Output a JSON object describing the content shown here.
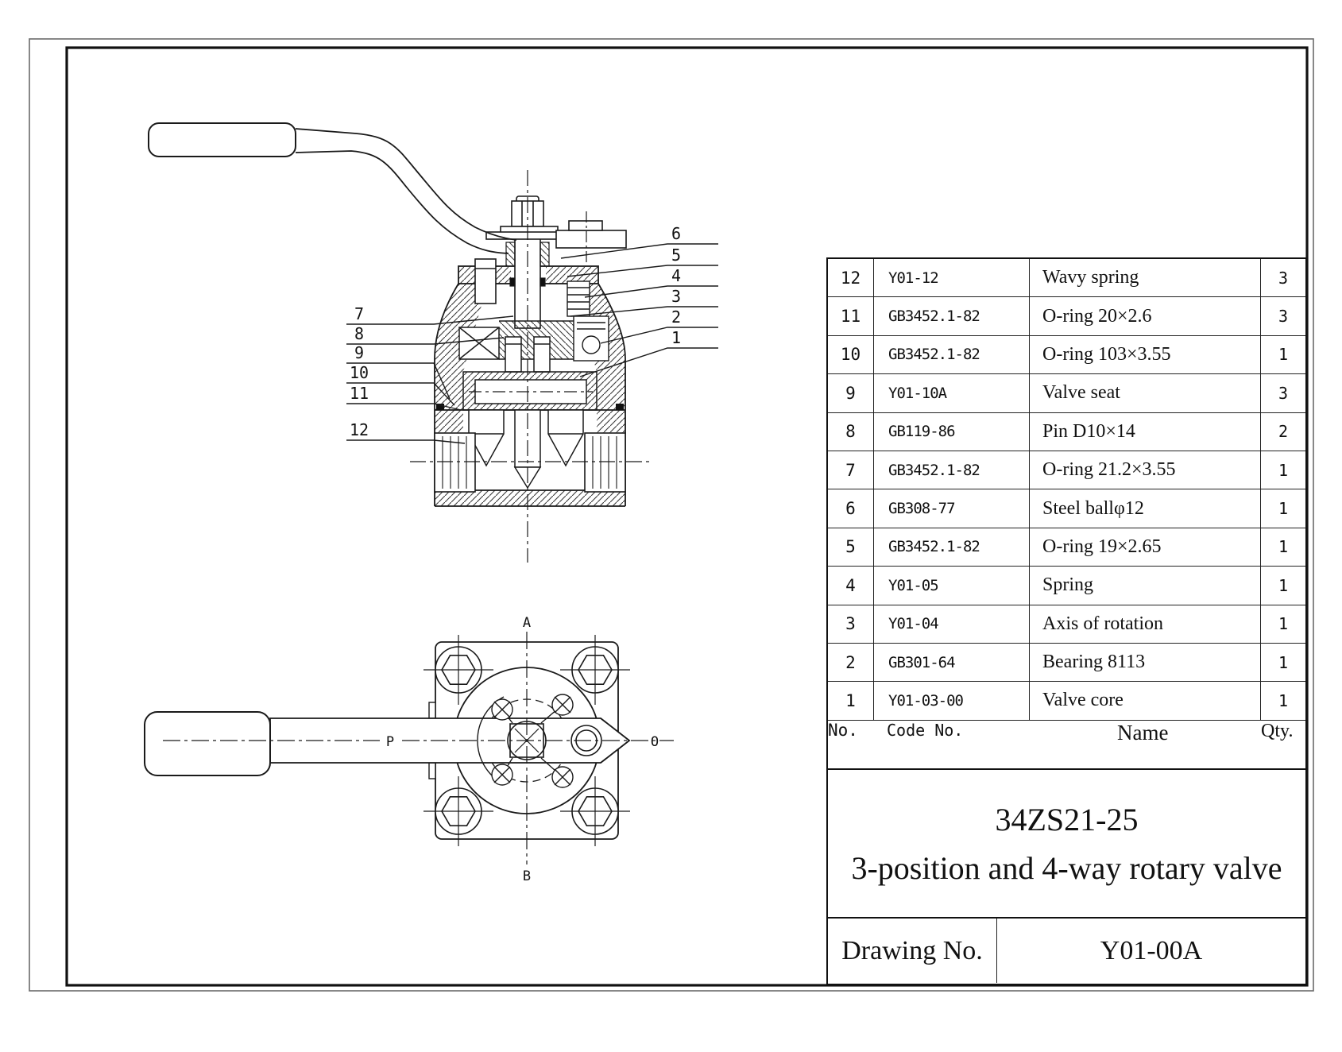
{
  "page": {
    "background": "#ffffff",
    "line_color": "#1a1a1a",
    "border_color_outer": "#6a6a6a",
    "border_color_inner": "#111111"
  },
  "parts_table": {
    "headers": {
      "no": "No.",
      "code": "Code No.",
      "name": "Name",
      "qty": "Qty."
    },
    "rows": [
      {
        "no": "12",
        "code": "Y01-12",
        "name": "Wavy spring",
        "qty": "3"
      },
      {
        "no": "11",
        "code": "GB3452.1-82",
        "name": "O-ring 20×2.6",
        "qty": "3"
      },
      {
        "no": "10",
        "code": "GB3452.1-82",
        "name": "O-ring 103×3.55",
        "qty": "1"
      },
      {
        "no": "9",
        "code": "Y01-10A",
        "name": "Valve seat",
        "qty": "3"
      },
      {
        "no": "8",
        "code": "GB119-86",
        "name": "Pin D10×14",
        "qty": "2"
      },
      {
        "no": "7",
        "code": "GB3452.1-82",
        "name": "O-ring 21.2×3.55",
        "qty": "1"
      },
      {
        "no": "6",
        "code": "GB308-77",
        "name": "Steel ballφ12",
        "qty": "1"
      },
      {
        "no": "5",
        "code": "GB3452.1-82",
        "name": "O-ring 19×2.65",
        "qty": "1"
      },
      {
        "no": "4",
        "code": "Y01-05",
        "name": "Spring",
        "qty": "1"
      },
      {
        "no": "3",
        "code": "Y01-04",
        "name": "Axis of rotation",
        "qty": "1"
      },
      {
        "no": "2",
        "code": "GB301-64",
        "name": "Bearing 8113",
        "qty": "1"
      },
      {
        "no": "1",
        "code": "Y01-03-00",
        "name": "Valve core",
        "qty": "1"
      }
    ]
  },
  "title_block": {
    "model": "34ZS21-25",
    "title": "3-position and 4-way rotary valve",
    "drawing_no_label": "Drawing No.",
    "drawing_no": "Y01-00A"
  },
  "section_view": {
    "callouts_right": [
      "6",
      "5",
      "4",
      "3",
      "2",
      "1"
    ],
    "callouts_left": [
      "7",
      "8",
      "9",
      "10",
      "11",
      "12"
    ]
  },
  "plan_view": {
    "labels": {
      "top": "A",
      "bottom": "B",
      "left": "P",
      "right": "O"
    }
  }
}
